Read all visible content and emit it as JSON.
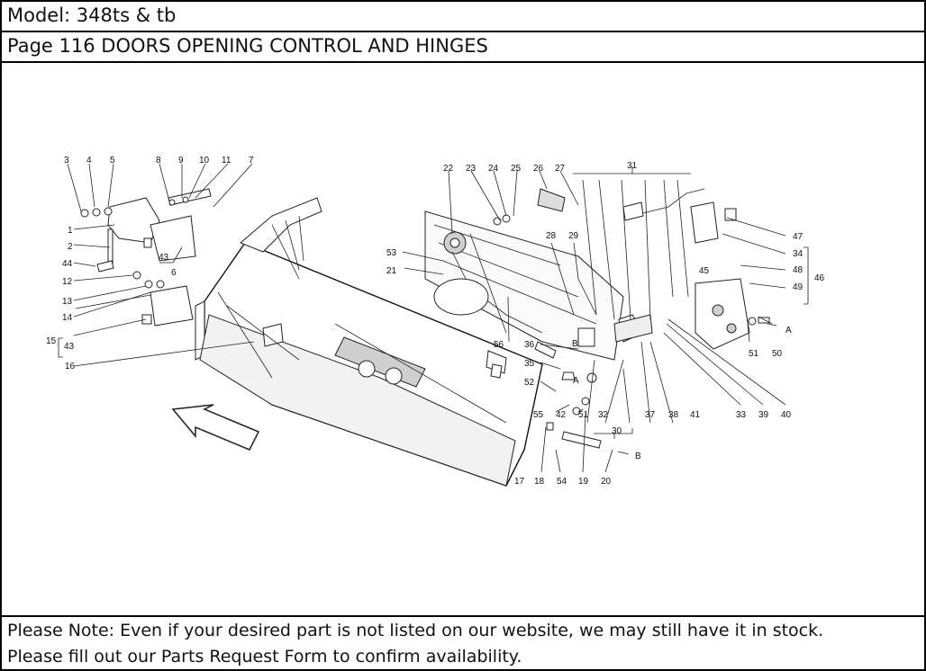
{
  "header": {
    "model": "Model: 348ts & tb",
    "page": "Page 116  DOORS  OPENING CONTROL AND HINGES"
  },
  "diagram": {
    "callouts": [
      "1",
      "2",
      "3",
      "4",
      "5",
      "6",
      "7",
      "8",
      "9",
      "10",
      "11",
      "12",
      "13",
      "14",
      "15",
      "16",
      "17",
      "18",
      "19",
      "20",
      "21",
      "22",
      "23",
      "24",
      "25",
      "26",
      "27",
      "28",
      "29",
      "30",
      "31",
      "32",
      "33",
      "34",
      "35",
      "36",
      "37",
      "38",
      "39",
      "40",
      "41",
      "42",
      "43",
      "43",
      "44",
      "45",
      "46",
      "47",
      "48",
      "49",
      "50",
      "51",
      "51",
      "52",
      "53",
      "54",
      "55",
      "56",
      "A",
      "A",
      "B",
      "B"
    ]
  },
  "note": {
    "line1": "Please Note: Even if your desired part is not listed on our website, we may still have it in stock.",
    "line2": "Please fill out our Parts Request Form to confirm availability."
  },
  "colors": {
    "border": "#000000",
    "text": "#111111",
    "background": "#ffffff"
  }
}
